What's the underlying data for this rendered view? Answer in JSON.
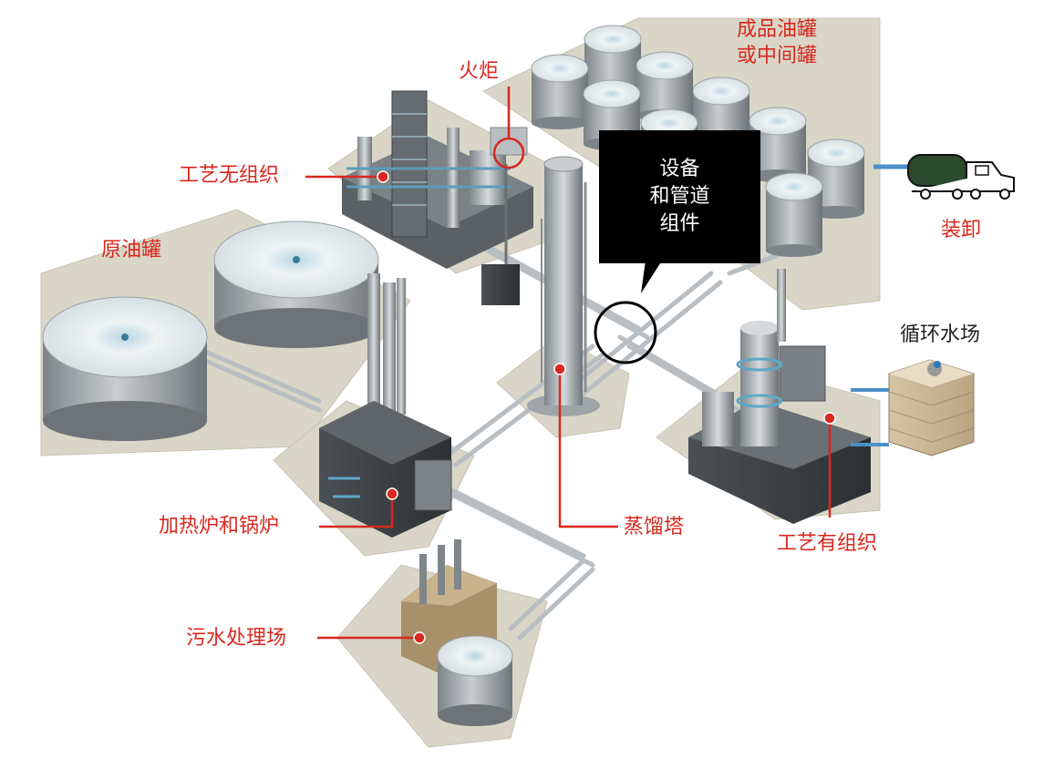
{
  "labels": {
    "flare": "火炬",
    "product_tanks_line1": "成品油罐",
    "product_tanks_line2": "或中间罐",
    "process_fugitive": "工艺无组织",
    "equipment_line1": "设备",
    "equipment_line2": "和管道",
    "equipment_line3": "组件",
    "loading": "装卸",
    "crude_tanks": "原油罐",
    "cooling_tower": "循环水场",
    "heater_boiler": "加热炉和锅炉",
    "distillation": "蒸馏塔",
    "process_point": "工艺有组织",
    "wastewater": "污水处理场"
  },
  "colors": {
    "label_red": "#d8281f",
    "callout_bg": "#000000",
    "ground_pad": "#d9d6c8",
    "tank_wall": "#a4a8ab",
    "tank_roof": "#dfe7ea",
    "pipe": "#b8bec2",
    "cooling_tower": "#d9c6a4",
    "tanker": "#2b4a2d",
    "link_blue": "#4a90c8"
  },
  "icons": {
    "truck": "tanker-truck-icon",
    "cooling": "cooling-tower-icon"
  }
}
